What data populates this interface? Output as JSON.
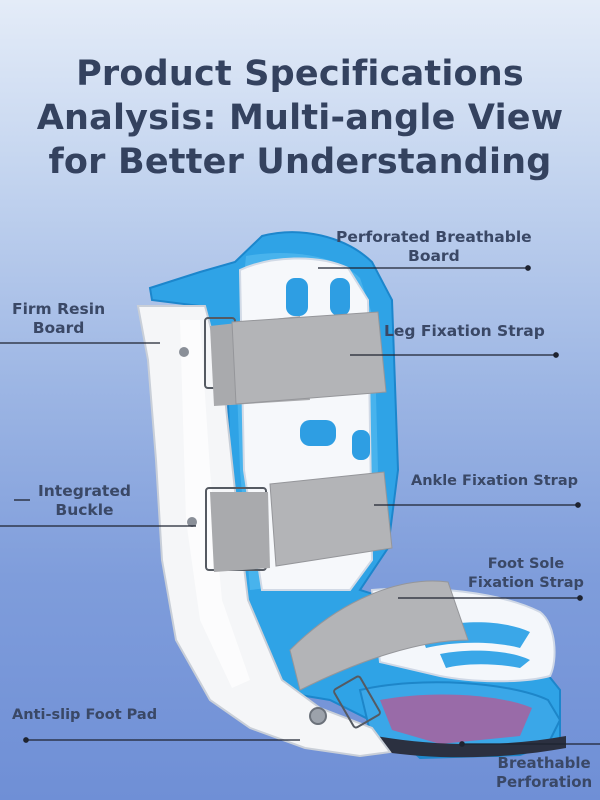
{
  "title": {
    "line1": "Product Specifications",
    "line2": "Analysis: Multi-angle View",
    "line3": "for Better Understanding"
  },
  "labels": {
    "perforated_board": [
      "Perforated Breathable",
      "Board"
    ],
    "firm_resin_board": [
      "Firm Resin",
      "Board"
    ],
    "leg_fixation_strap": "Leg Fixation Strap",
    "ankle_fixation_strap": "Ankle Fixation Strap",
    "integrated_buckle": [
      "Integrated",
      "Buckle"
    ],
    "foot_sole_strap": [
      "Foot Sole",
      "Fixation Strap"
    ],
    "anti_slip_pad": "Anti-slip Foot Pad",
    "breathable_perforation": [
      "Breathable",
      "Perforation"
    ]
  },
  "colors": {
    "title_text": "#34425f",
    "label_text": "#3a4866",
    "brace_shell": "#f4f6fa",
    "padding_blue": "#2fa3e6",
    "strap_gray": "#a9aaad"
  }
}
